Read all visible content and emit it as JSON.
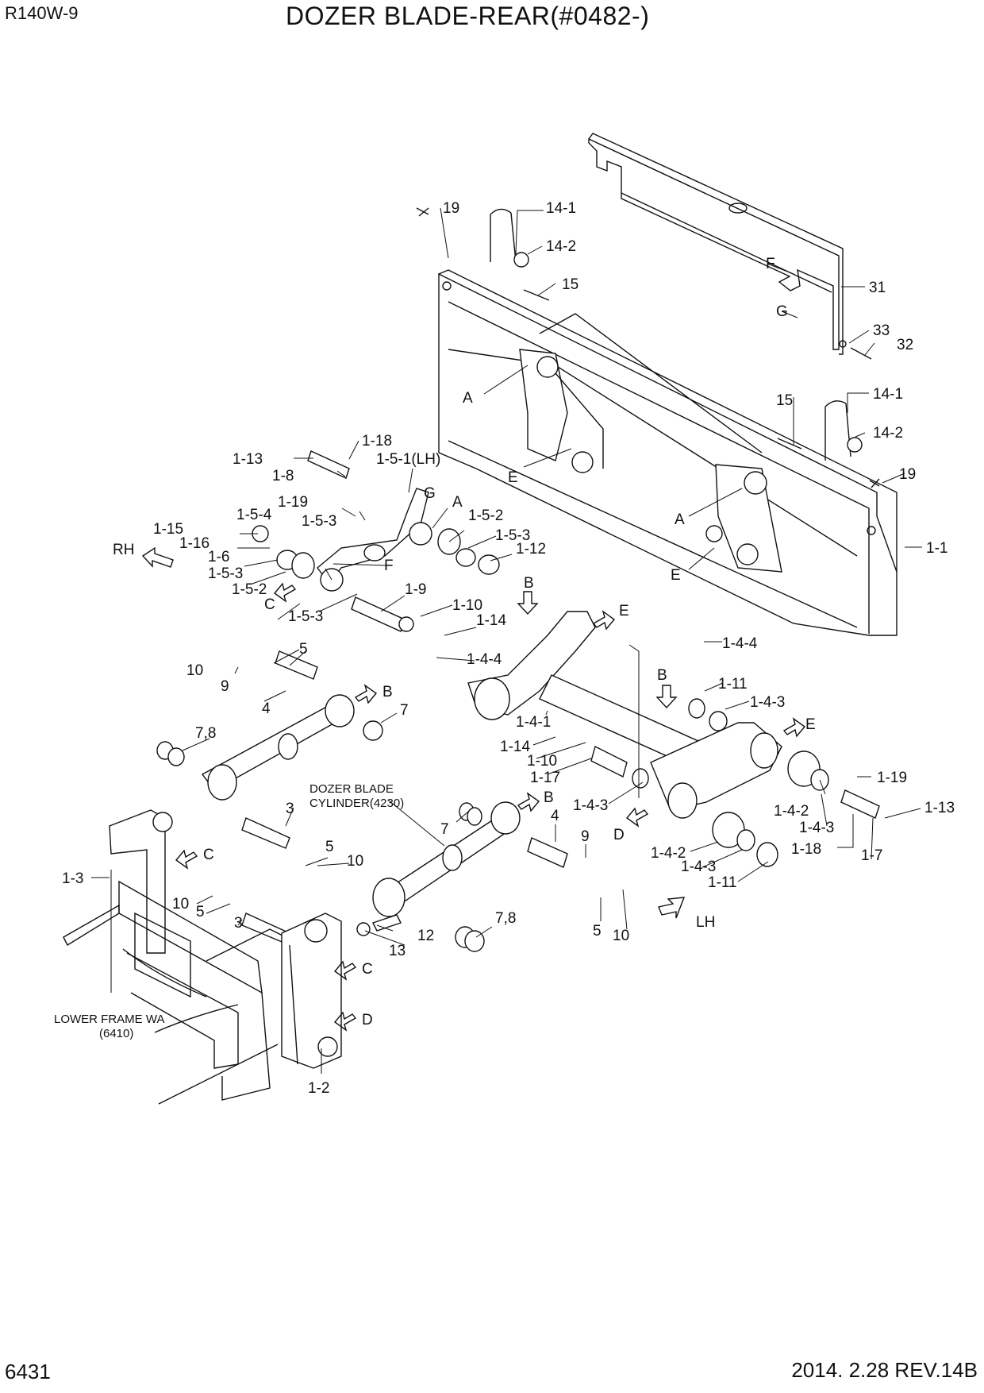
{
  "header": {
    "model": "R140W-9",
    "title": "DOZER BLADE-REAR(#0482-)"
  },
  "footer": {
    "page_number": "6431",
    "revision": "2014. 2.28  REV.14B"
  },
  "notes": {
    "dozer_cylinder_line1": "DOZER BLADE",
    "dozer_cylinder_line2": "CYLINDER(4230)",
    "lower_frame_line1": "LOWER FRAME WA",
    "lower_frame_line2": "(6410)"
  },
  "direction_markers": {
    "rh": "RH",
    "lh": "LH"
  },
  "part_labels": [
    "19",
    "14-1",
    "14-2",
    "15",
    "31",
    "F",
    "G",
    "33",
    "32",
    "A",
    "E",
    "15",
    "14-1",
    "14-2",
    "19",
    "A",
    "1-1",
    "E",
    "1-18",
    "1-13",
    "1-8",
    "1-5-1(LH)",
    "G",
    "1-19",
    "1-5-3",
    "A",
    "1-5-4",
    "1-15",
    "1-16",
    "1-6",
    "1-5-3",
    "1-5-2",
    "1-5-3",
    "1-12",
    "F",
    "1-5-2",
    "C",
    "1-5-3",
    "1-9",
    "1-10",
    "1-14",
    "B",
    "E",
    "1-4-4",
    "1-4-4",
    "5",
    "10",
    "9",
    "4",
    "B",
    "7",
    "7,8",
    "B",
    "1-11",
    "1-4-3",
    "1-4-1",
    "E",
    "1-14",
    "1-10",
    "1-17",
    "1-19",
    "1-4-3",
    "1-4-2",
    "1-13",
    "1-4-3",
    "D",
    "7",
    "B",
    "4",
    "3",
    "9",
    "1-4-2",
    "1-18",
    "1-7",
    "1-4-3",
    "1-11",
    "5",
    "10",
    "C",
    "1-3",
    "10",
    "5",
    "3",
    "7,8",
    "12",
    "13",
    "LH",
    "5",
    "10",
    "C",
    "D",
    "1-2"
  ]
}
